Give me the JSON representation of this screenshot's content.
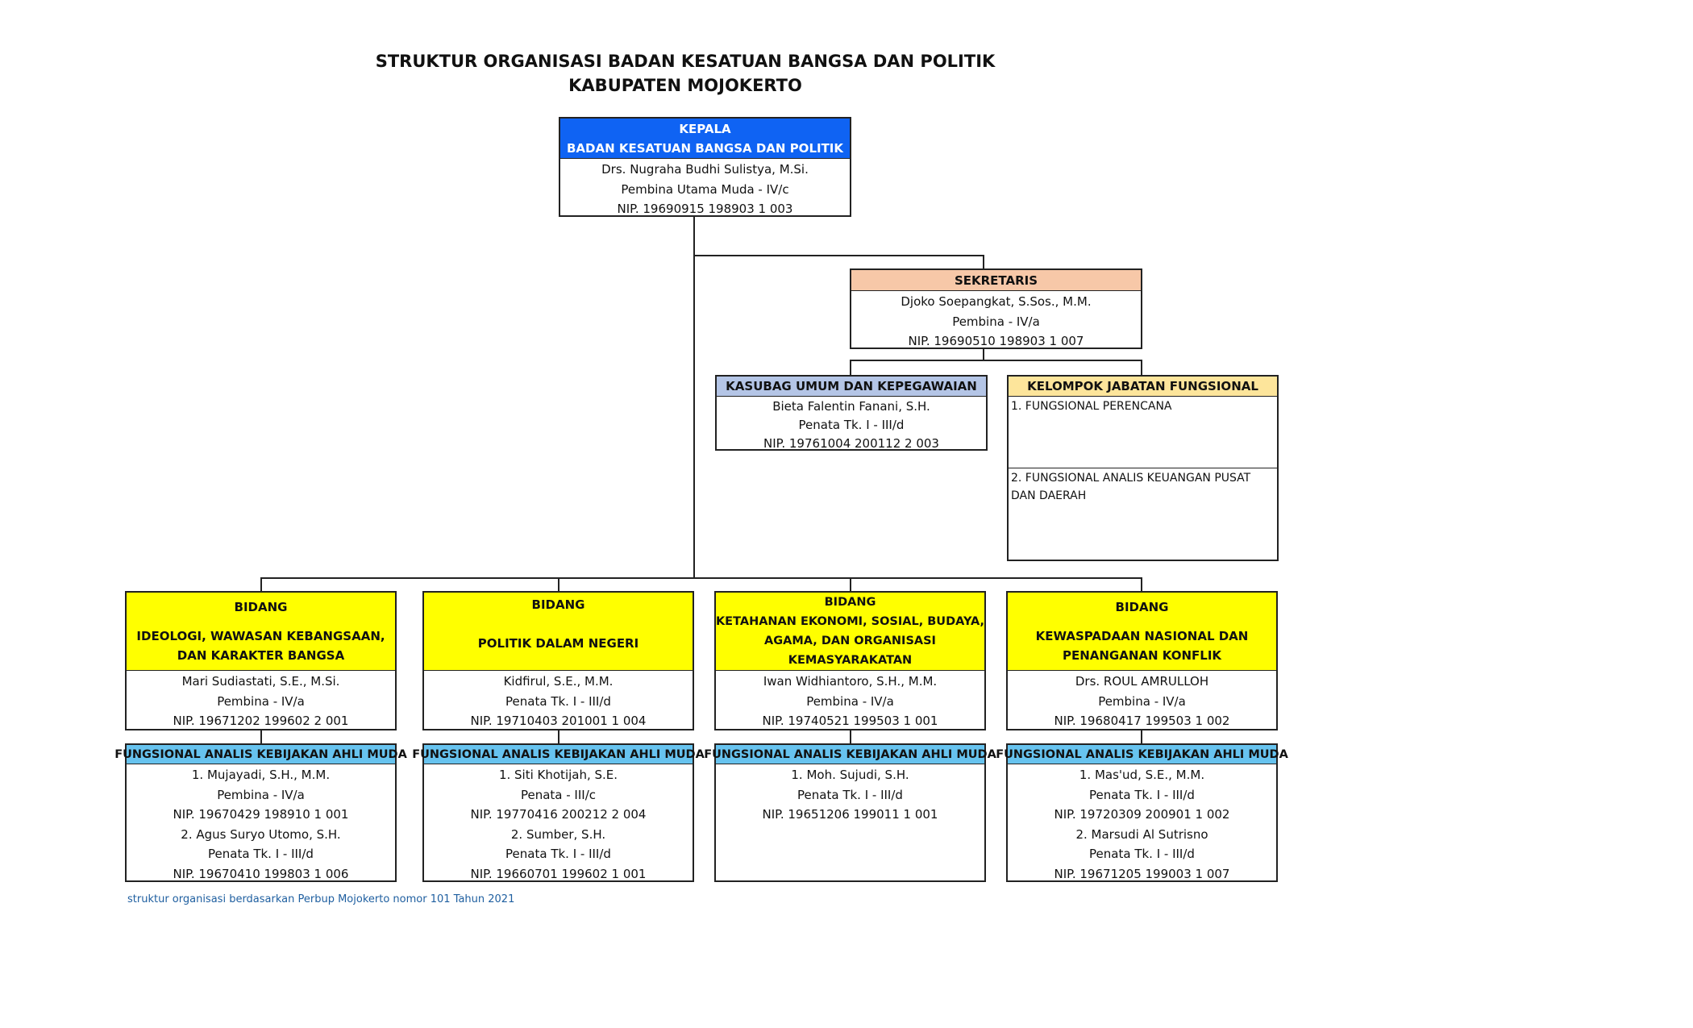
{
  "title": {
    "line1": "STRUKTUR ORGANISASI BADAN KESATUAN BANGSA DAN POLITIK",
    "line2": "KABUPATEN MOJOKERTO"
  },
  "kepala": {
    "title1": "KEPALA",
    "title2": "BADAN KESATUAN BANGSA DAN POLITIK",
    "name": "Drs. Nugraha Budhi Sulistya, M.Si.",
    "rank": "Pembina Utama Muda - IV/c",
    "nip": "NIP. 19690915 198903 1 003",
    "color": "#0f63f3"
  },
  "sekretaris": {
    "title": "SEKRETARIS",
    "name": "Djoko Soepangkat, S.Sos., M.M.",
    "rank": "Pembina - IV/a",
    "nip": "NIP. 19690510 198903 1 007",
    "color": "#f7c8a8"
  },
  "kasubag": {
    "title": "KASUBAG UMUM DAN KEPEGAWAIAN",
    "name": "Bieta Falentin Fanani, S.H.",
    "rank": "Penata Tk. I - III/d",
    "nip": "NIP. 19761004 200112 2 003",
    "color": "#b4c5e6"
  },
  "kelompok": {
    "title": "KELOMPOK JABATAN FUNGSIONAL",
    "items": [
      "1. FUNGSIONAL PERENCANA",
      "2. FUNGSIONAL ANALIS KEUANGAN PUSAT DAN DAERAH"
    ],
    "color": "#fde59b"
  },
  "bidang": [
    {
      "label": "BIDANG",
      "title1": "IDEOLOGI, WAWASAN KEBANGSAAN,",
      "title2": "DAN KARAKTER BANGSA",
      "name": "Mari Sudiastati, S.E., M.Si.",
      "rank": "Pembina - IV/a",
      "nip": "NIP. 19671202 199602 2 001"
    },
    {
      "label": "BIDANG",
      "title1": "POLITIK DALAM NEGERI",
      "title2": "",
      "name": "Kidfirul, S.E., M.M.",
      "rank": "Penata Tk. I - III/d",
      "nip": "NIP. 19710403 201001 1 004"
    },
    {
      "label": "BIDANG",
      "title1": "KETAHANAN EKONOMI, SOSIAL, BUDAYA,",
      "title2": "AGAMA, DAN ORGANISASI",
      "title3": "KEMASYARAKATAN",
      "name": "Iwan Widhiantoro, S.H., M.M.",
      "rank": "Pembina - IV/a",
      "nip": "NIP. 19740521 199503 1 001"
    },
    {
      "label": "BIDANG",
      "title1": "KEWASPADAAN NASIONAL DAN",
      "title2": "PENANGANAN KONFLIK",
      "name": "Drs. ROUL AMRULLOH",
      "rank": "Pembina - IV/a",
      "nip": "NIP. 19680417 199503 1 002"
    }
  ],
  "bidang_color": "#ffff00",
  "fungsional": [
    {
      "title": "FUNGSIONAL ANALIS KEBIJAKAN AHLI MUDA",
      "lines": [
        "1. Mujayadi, S.H., M.M.",
        "Pembina - IV/a",
        "NIP. 19670429 198910 1 001",
        "2. Agus Suryo Utomo, S.H.",
        "Penata Tk. I - III/d",
        "NIP. 19670410 199803 1 006"
      ]
    },
    {
      "title": "FUNGSIONAL ANALIS KEBIJAKAN AHLI MUDA",
      "lines": [
        "1. Siti Khotijah, S.E.",
        "Penata - III/c",
        "NIP. 19770416 200212 2 004",
        "2. Sumber, S.H.",
        "Penata Tk. I - III/d",
        "NIP. 19660701 199602 1 001"
      ]
    },
    {
      "title": "FUNGSIONAL ANALIS KEBIJAKAN AHLI MUDA",
      "lines": [
        "1. Moh. Sujudi, S.H.",
        "Penata Tk. I - III/d",
        "NIP. 19651206 199011 1 001"
      ]
    },
    {
      "title": "FUNGSIONAL ANALIS KEBIJAKAN AHLI MUDA",
      "lines": [
        "1. Mas'ud, S.E., M.M.",
        "Penata Tk. I - III/d",
        "NIP. 19720309 200901 1 002",
        "2. Marsudi Al Sutrisno",
        "Penata Tk. I - III/d",
        "NIP. 19671205 199003 1 007"
      ]
    }
  ],
  "fungsional_color": "#67c3ef",
  "footnote": "struktur organisasi berdasarkan Perbup Mojokerto nomor 101 Tahun 2021",
  "footnote_color": "#1f5fa0"
}
